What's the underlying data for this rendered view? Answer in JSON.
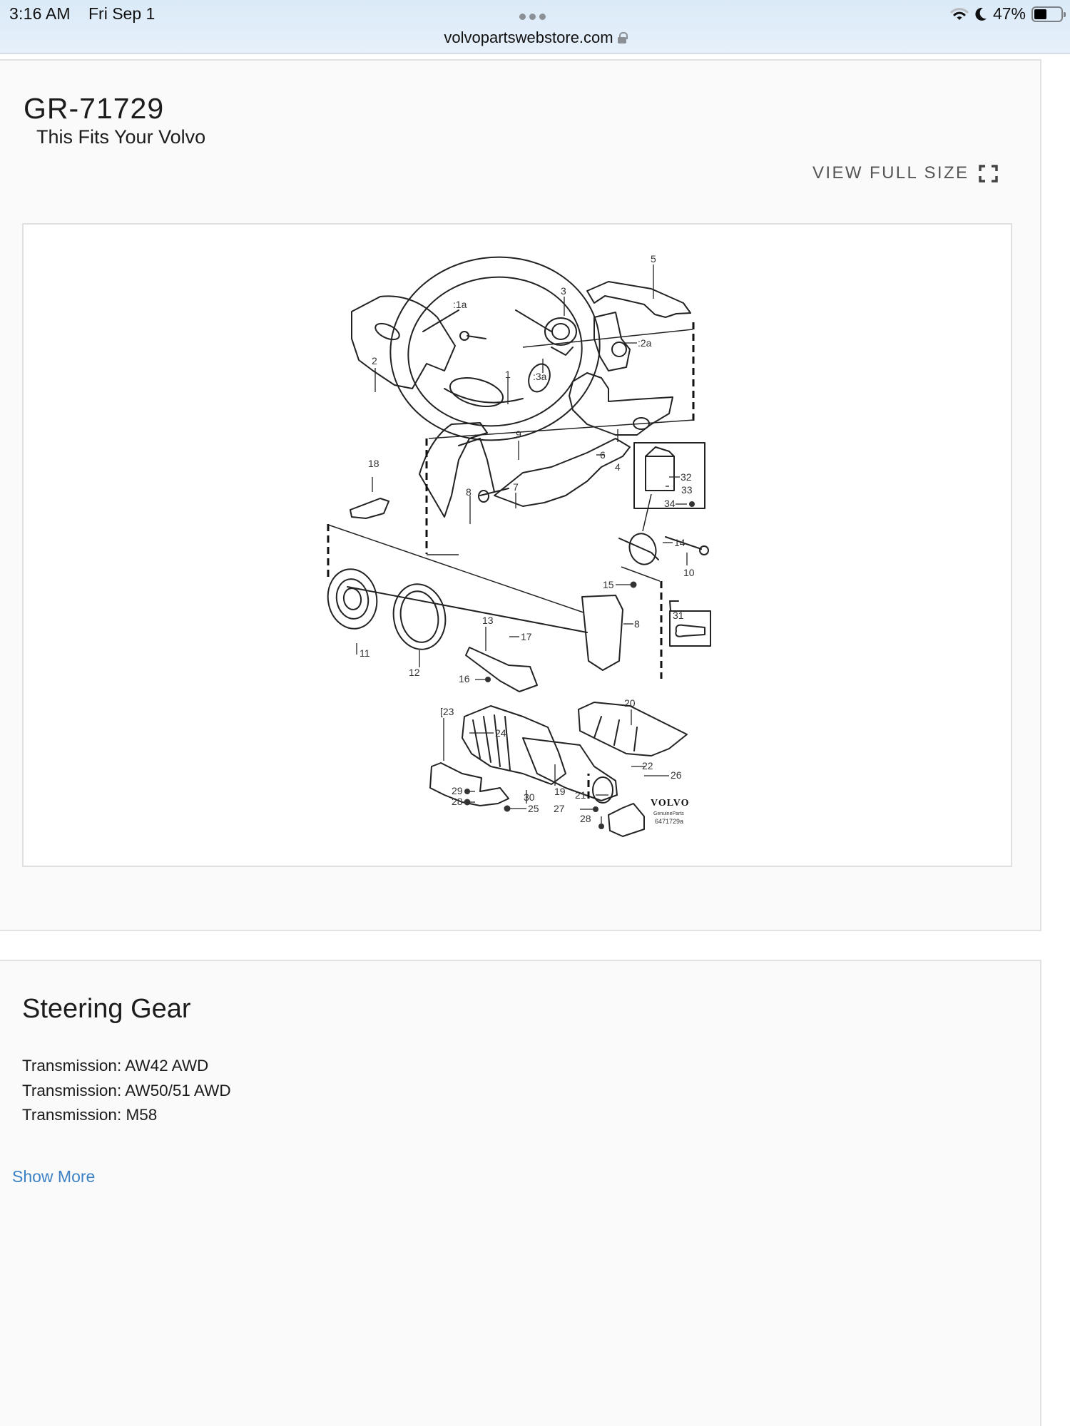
{
  "status_bar": {
    "time": "3:16 AM",
    "date": "Fri Sep 1",
    "url": "volvopartswebstore.com",
    "battery_percent": "47%",
    "icons": [
      "wifi-icon",
      "moon-icon",
      "battery-icon",
      "lock-icon",
      "more-dots-icon"
    ]
  },
  "part": {
    "number": "GR-71729",
    "fitment": "This Fits Your Volvo",
    "view_full_size_label": "VIEW FULL SIZE",
    "view_full_size_icon": "expand-icon"
  },
  "diagram": {
    "brand": "VOLVO",
    "brand_sub": "GenuineParts",
    "image_code": "6471729a",
    "labels": [
      {
        "text": "1a",
        "prefix": ":"
      },
      {
        "text": "2"
      },
      {
        "text": "1"
      },
      {
        "text": "3"
      },
      {
        "text": "5"
      },
      {
        "text": "2a",
        "prefix": ":"
      },
      {
        "text": "3a",
        "prefix": ":"
      },
      {
        "text": "9"
      },
      {
        "text": "6"
      },
      {
        "text": "4"
      },
      {
        "text": "32"
      },
      {
        "text": "33"
      },
      {
        "text": "34"
      },
      {
        "text": "18"
      },
      {
        "text": "8"
      },
      {
        "text": "7"
      },
      {
        "text": "14"
      },
      {
        "text": "10"
      },
      {
        "text": "15"
      },
      {
        "text": "31"
      },
      {
        "text": "13"
      },
      {
        "text": "17"
      },
      {
        "text": "11"
      },
      {
        "text": "12"
      },
      {
        "text": "16"
      },
      {
        "text": "20"
      },
      {
        "text": "23"
      },
      {
        "text": "24"
      },
      {
        "text": "22"
      },
      {
        "text": "26"
      },
      {
        "text": "19"
      },
      {
        "text": "29"
      },
      {
        "text": "28"
      },
      {
        "text": "30"
      },
      {
        "text": "25"
      },
      {
        "text": "21"
      },
      {
        "text": "27"
      }
    ]
  },
  "section": {
    "title": "Steering Gear",
    "specs": [
      "Transmission: AW42 AWD",
      "Transmission: AW50/51 AWD",
      "Transmission: M58"
    ],
    "show_more_label": "Show More"
  },
  "colors": {
    "link": "#3d82c4",
    "card_bg": "#fafafa",
    "border": "#e0e0e0",
    "status_bar_bg": "#dfedf9"
  }
}
